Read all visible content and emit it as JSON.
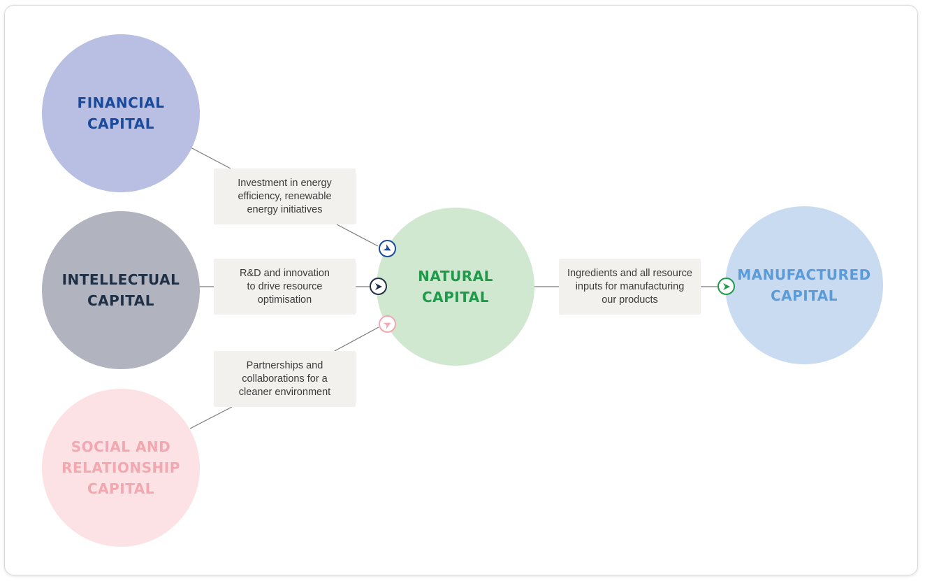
{
  "nodes": {
    "financial": {
      "label": "FINANCIAL\nCAPITAL",
      "fill": "#b8bfe2",
      "text_color": "#1a4a9b"
    },
    "intellectual": {
      "label": "INTELLECTUAL\nCAPITAL",
      "fill": "#b1b3bf",
      "text_color": "#1f3046"
    },
    "social": {
      "label": "SOCIAL AND\nRELATIONSHIP\nCAPITAL",
      "fill": "#fce2e4",
      "text_color": "#f2a7b1"
    },
    "natural": {
      "label": "NATURAL\nCAPITAL",
      "fill": "#d0e8cf",
      "text_color": "#1e9a4a"
    },
    "manufactured": {
      "label": "MANUFACTURED\nCAPITAL",
      "fill": "#c9dbf1",
      "text_color": "#5b9bd8"
    }
  },
  "connectors": {
    "financial_text": "Investment in energy\nefficiency, renewable\nenergy initiatives",
    "intellectual_text": "R&D and innovation\nto drive resource\noptimisation",
    "social_text": "Partnerships and\ncollaborations for a\ncleaner environment",
    "natural_text": "Ingredients and all resource\ninputs for manufacturing\nour products"
  },
  "badge_colors": {
    "financial": "#1a4a9b",
    "intellectual": "#1f3046",
    "social": "#f2a7b1",
    "natural": "#1e9a4a"
  },
  "line_color": "#7a7a7a"
}
